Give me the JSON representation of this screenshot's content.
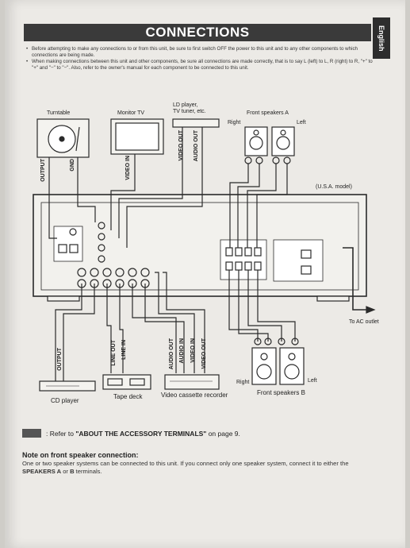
{
  "page_title": "CONNECTIONS",
  "language_tab": "English",
  "bullets": [
    "Before attempting to make any connections to or from this unit, be sure to first switch OFF the power to this unit and to any other components to which connections are being made.",
    "When making connections between this unit and other components, be sure all connections are made correctly, that is to say L (left) to L, R (right) to R, \"+\" to \"+\" and \"−\" to \"−\". Also, refer to the owner's manual for each component to be connected to this unit."
  ],
  "diagram": {
    "model_note": "(U.S.A. model)",
    "ac_outlet": "To AC outlet",
    "top_components": {
      "turntable": "Turntable",
      "monitor_tv": "Monitor TV",
      "ld_player": "LD player,\nTV tuner, etc.",
      "front_speakers_a": "Front speakers A"
    },
    "speaker_a_left": "Left",
    "speaker_a_right": "Right",
    "speaker_b_left": "Left",
    "speaker_b_right": "Right",
    "bottom_components": {
      "cd_player": "CD player",
      "tape_deck": "Tape deck",
      "vcr": "Video cassette recorder",
      "front_speakers_b": "Front speakers B"
    },
    "jack_labels": {
      "turntable_output": "OUTPUT",
      "turntable_gnd": "GND",
      "tv_video_in": "VIDEO IN",
      "ld_video_out": "VIDEO OUT",
      "ld_audio_out": "AUDIO OUT",
      "cd_output": "OUTPUT",
      "tape_line_out": "LINE OUT",
      "tape_line_in": "LINE IN",
      "vcr_audio_out": "AUDIO OUT",
      "vcr_audio_in": "AUDIO IN",
      "vcr_video_in": "VIDEO IN",
      "vcr_video_out": "VIDEO OUT"
    }
  },
  "reference": {
    "prefix": ": Refer to ",
    "bold": "\"ABOUT THE ACCESSORY TERMINALS\"",
    "suffix": " on page 9."
  },
  "note": {
    "title": "Note on front speaker connection:",
    "body_1": "One or two speaker systems can be connected to this unit.  If you connect only one speaker system, connect it to either the ",
    "body_bold": "SPEAKERS A",
    "body_2": " or ",
    "body_bold_2": "B",
    "body_3": " terminals."
  }
}
